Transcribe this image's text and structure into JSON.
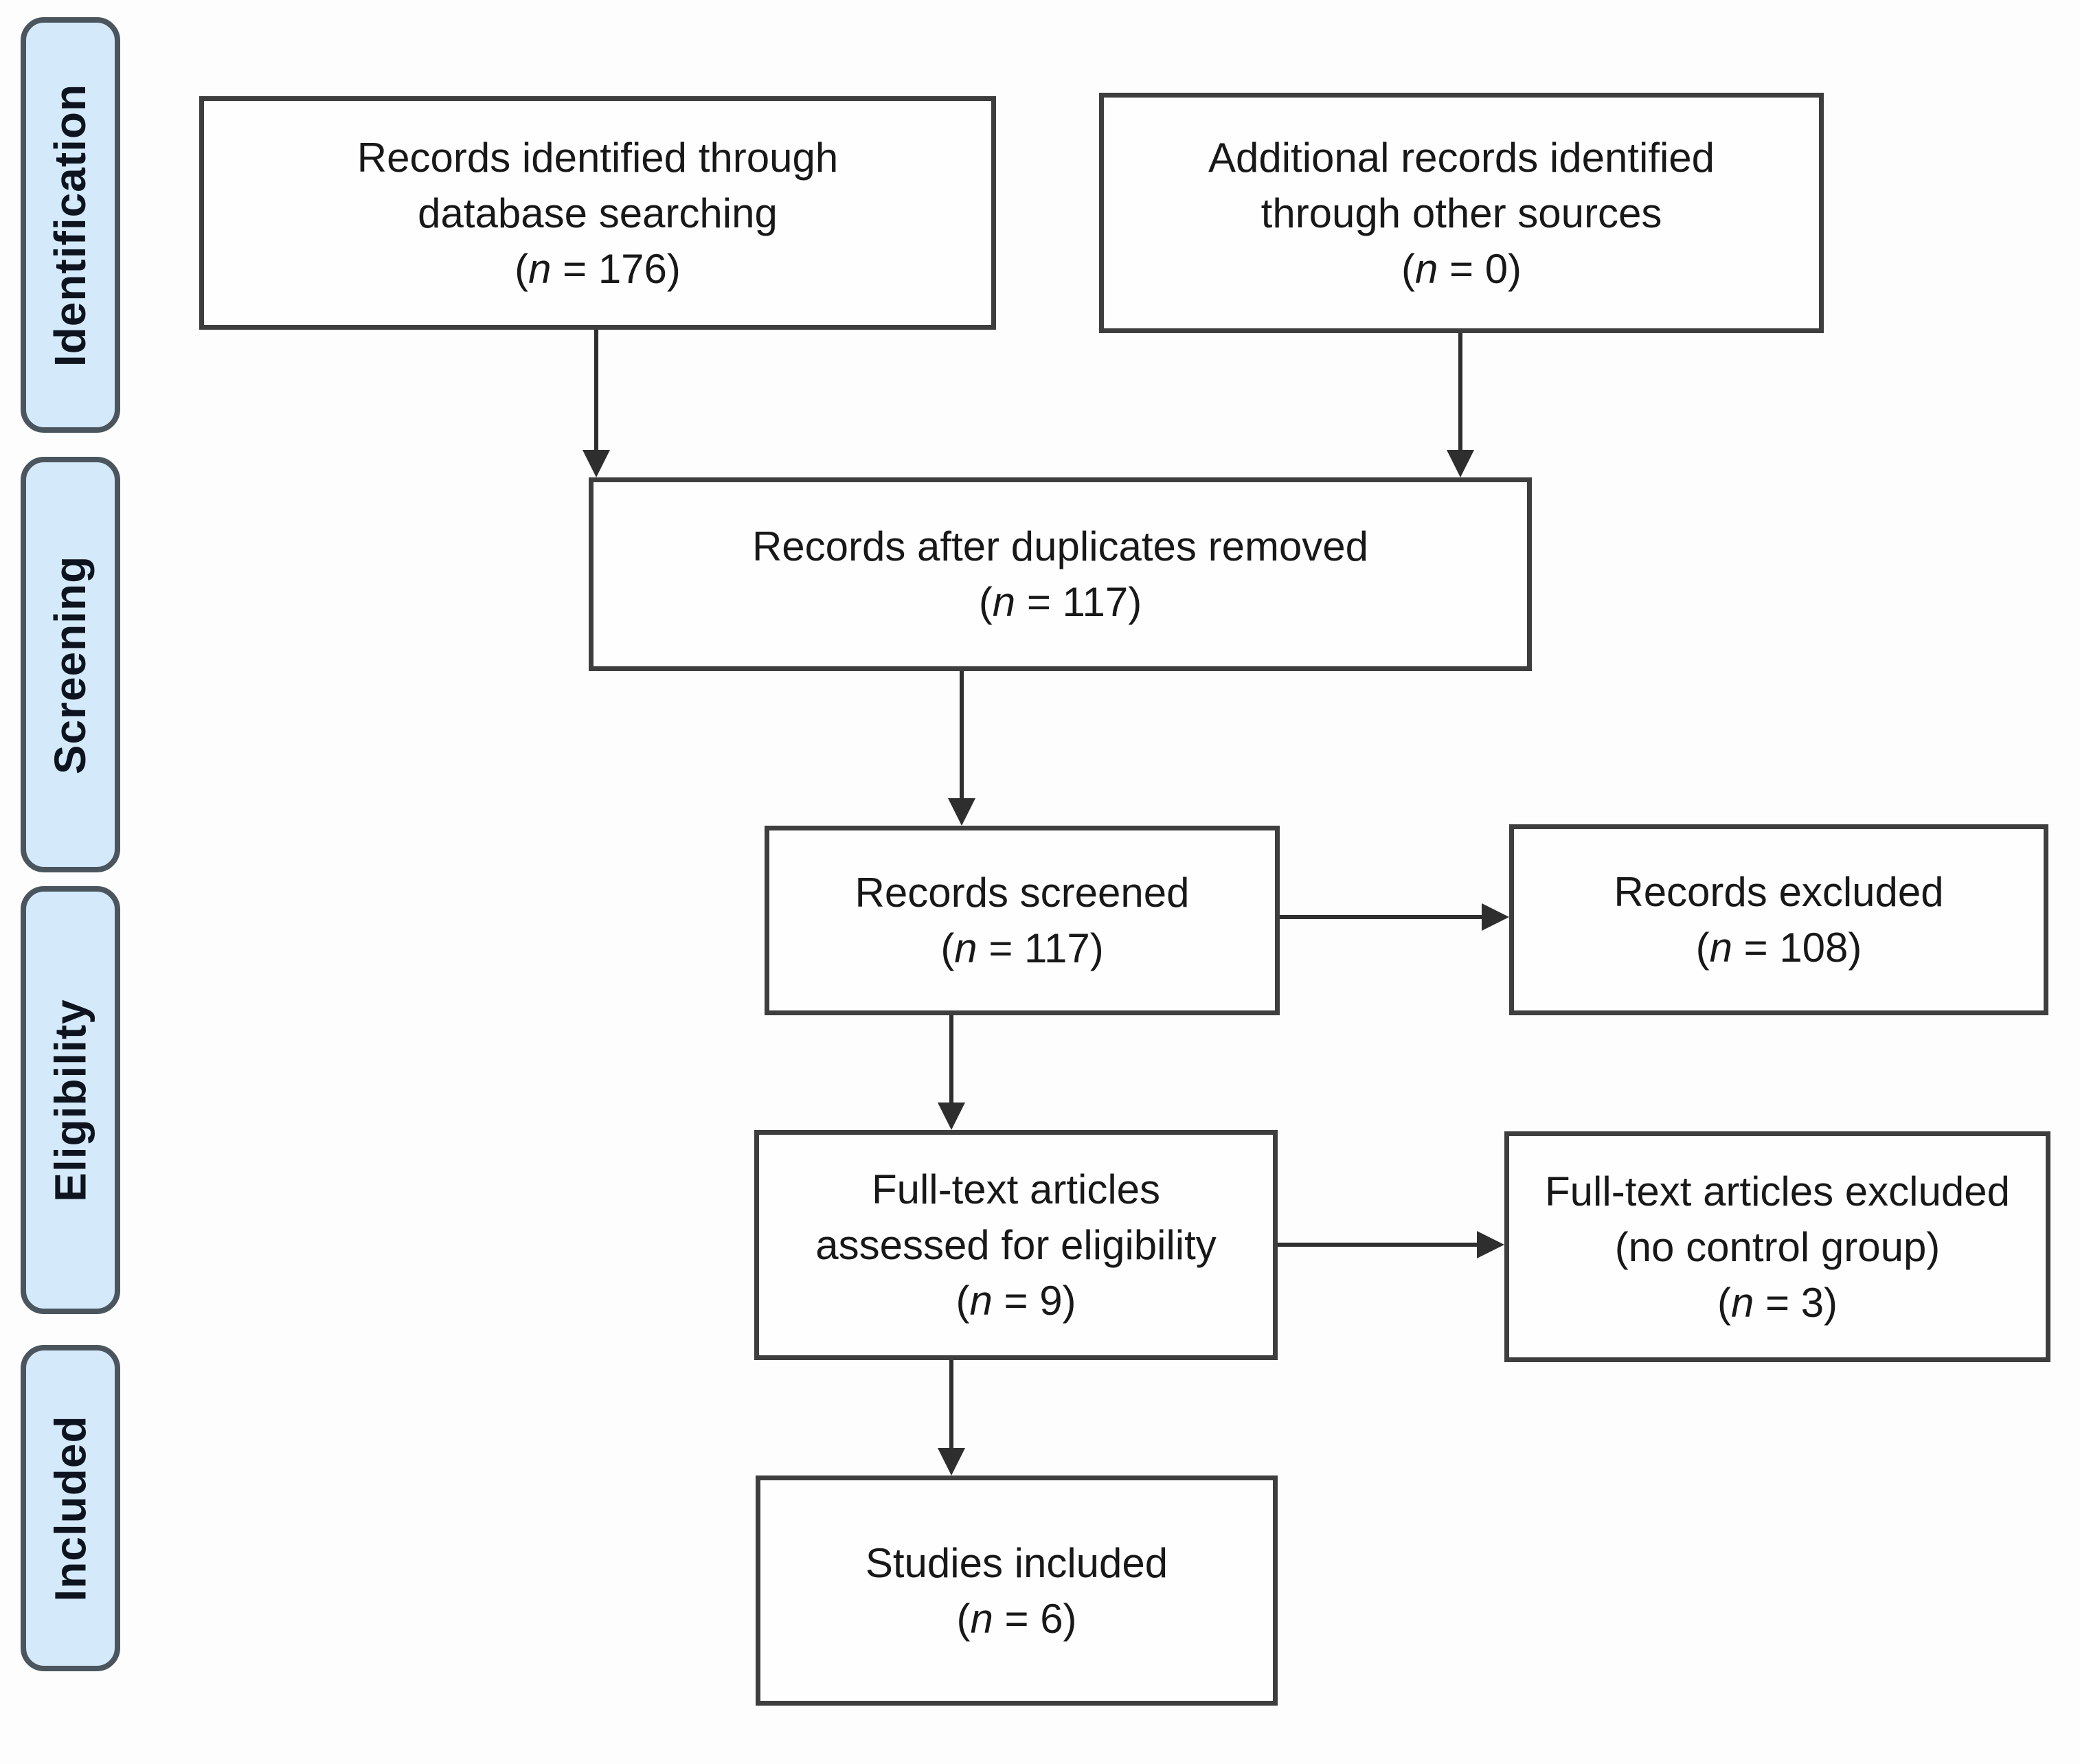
{
  "sidebar": {
    "stages": [
      {
        "label": "Identification"
      },
      {
        "label": "Screening"
      },
      {
        "label": "Eligibility"
      },
      {
        "label": "Included"
      }
    ]
  },
  "boxes": {
    "identified": {
      "line1": "Records identified through",
      "line2": "database searching",
      "n_open": "(",
      "n_symbol": "n",
      "n_rest": " = 176)"
    },
    "other_sources": {
      "line1": "Additional records identified",
      "line2": "through other sources",
      "n_open": "(",
      "n_symbol": "n",
      "n_rest": " = 0)"
    },
    "duplicates_removed": {
      "line1": "Records after duplicates removed",
      "n_open": "(",
      "n_symbol": "n",
      "n_rest": " = 117)"
    },
    "screened": {
      "line1": "Records screened",
      "n_open": "(",
      "n_symbol": "n",
      "n_rest": " = 117)"
    },
    "excluded": {
      "line1": "Records excluded",
      "n_open": "(",
      "n_symbol": "n",
      "n_rest": " = 108)"
    },
    "fulltext_assessed": {
      "line1": "Full-text articles",
      "line2": "assessed for eligibility",
      "n_open": "(",
      "n_symbol": "n",
      "n_rest": " = 9)"
    },
    "fulltext_excluded": {
      "line1": "Full-text articles excluded",
      "line2": "(no control group)",
      "n_open": "(",
      "n_symbol": "n",
      "n_rest": " = 3)"
    },
    "studies_included": {
      "line1": "Studies included",
      "n_open": "(",
      "n_symbol": "n",
      "n_rest": " = 6)"
    }
  },
  "colors": {
    "stage_fill": "#d4eafa",
    "stage_border": "#4a555e",
    "box_border": "#3e3e3e",
    "arrow": "#2e2e2e",
    "text": "#181818"
  }
}
